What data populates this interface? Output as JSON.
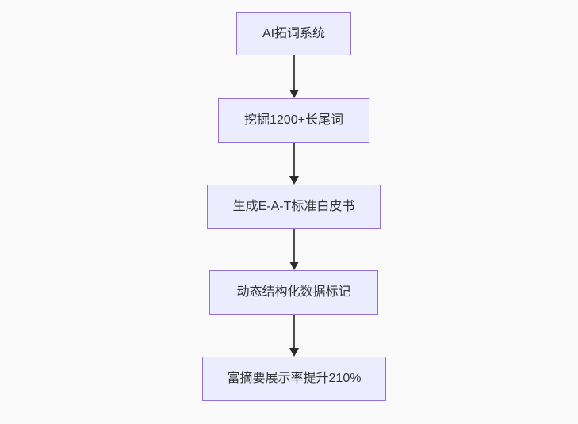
{
  "diagram": {
    "type": "flowchart",
    "direction": "top-down",
    "colors": {
      "background": "#fafafa",
      "node_fill": "#ececff",
      "node_border": "#9370db",
      "node_text": "#333333",
      "arrow": "#333333"
    },
    "nodes": [
      {
        "id": "A",
        "label": "AI拓词系统"
      },
      {
        "id": "B",
        "label": "挖掘1200+长尾词"
      },
      {
        "id": "C",
        "label": "生成E-A-T标准白皮书"
      },
      {
        "id": "D",
        "label": "动态结构化数据标记"
      },
      {
        "id": "E",
        "label": "富摘要展示率提升210%"
      }
    ],
    "edges": [
      {
        "from": "A",
        "to": "B"
      },
      {
        "from": "B",
        "to": "C"
      },
      {
        "from": "C",
        "to": "D"
      },
      {
        "from": "D",
        "to": "E"
      }
    ]
  }
}
